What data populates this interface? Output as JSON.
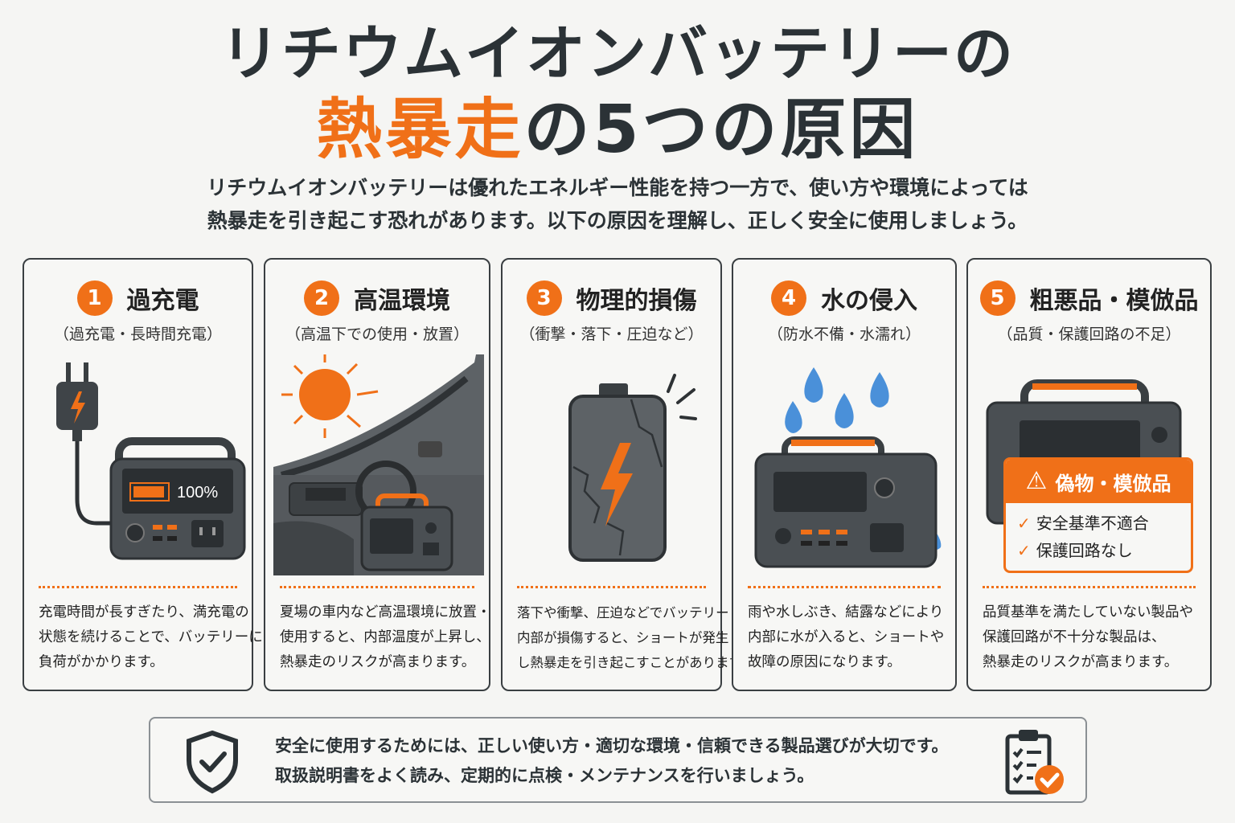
{
  "title": {
    "line1": "リチウムイオンバッテリーの",
    "line2_highlight": "熱暴走",
    "line2_rest": "の5つの原因"
  },
  "lead": [
    "リチウムイオンバッテリーは優れたエネルギー性能を持つ一方で、使い方や環境によっては",
    "熱暴走を引き起こす恐れがあります。以下の原因を理解し、正しく安全に使用しましょう。"
  ],
  "colors": {
    "accent": "#f07018",
    "dark": "#2b3236",
    "water": "#4a90d9"
  },
  "causes": [
    {
      "number": "1",
      "title": "過充電",
      "subtitle": "（過充電・長時間充電）",
      "icon": "plug-power-station-icon",
      "battery_label": "100%",
      "desc": [
        "充電時間が長すぎたり、満充電の",
        "状態を続けることで、バッテリーに",
        "負荷がかかります。"
      ]
    },
    {
      "number": "2",
      "title": "高温環境",
      "subtitle": "（高温下での使用・放置）",
      "icon": "sun-car-interior-icon",
      "desc": [
        "夏場の車内など高温環境に放置・",
        "使用すると、内部温度が上昇し、",
        "熱暴走のリスクが高まります。"
      ]
    },
    {
      "number": "3",
      "title": "物理的損傷",
      "subtitle": "（衝撃・落下・圧迫など）",
      "icon": "cracked-battery-icon",
      "desc": [
        "落下や衝撃、圧迫などでバッテリー",
        "内部が損傷すると、ショートが発生",
        "し熱暴走を引き起こすことがあります。"
      ]
    },
    {
      "number": "4",
      "title": "水の侵入",
      "subtitle": "（防水不備・水濡れ）",
      "icon": "water-drops-icon",
      "desc": [
        "雨や水しぶき、結露などにより",
        "内部に水が入ると、ショートや",
        "故障の原因になります。"
      ]
    },
    {
      "number": "5",
      "title": "粗悪品・模倣品",
      "subtitle": "（品質・保護回路の不足）",
      "icon": "counterfeit-warning-icon",
      "warning": {
        "title": "偽物・模倣品",
        "items": [
          "安全基準不適合",
          "保護回路なし"
        ]
      },
      "desc": [
        "品質基準を満たしていない製品や",
        "保護回路が不十分な製品は、",
        "熱暴走のリスクが高まります。"
      ]
    }
  ],
  "footer": {
    "lines": [
      "安全に使用するためには、正しい使い方・適切な環境・信頼できる製品選びが大切です。",
      "取扱説明書をよく読み、定期的に点検・メンテナンスを行いましょう。"
    ],
    "left_icon": "shield-check-icon",
    "right_icon": "clipboard-checklist-icon"
  }
}
